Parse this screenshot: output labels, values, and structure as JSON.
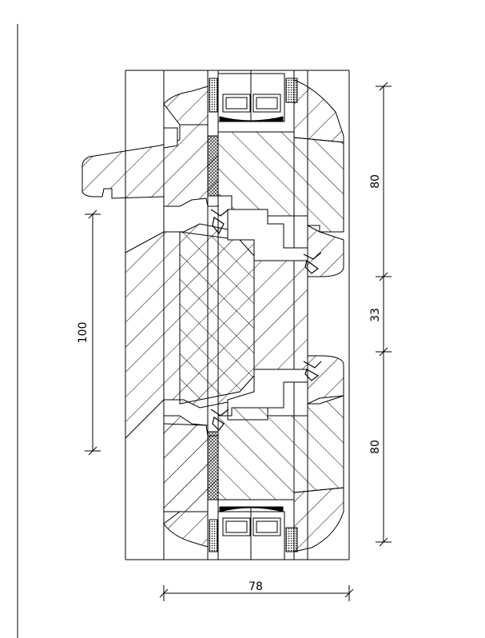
{
  "dimensions": {
    "overall_depth": "78",
    "sash_width_top": "80",
    "middle_gap": "33",
    "sash_width_bottom": "80",
    "mullion_height": "100"
  }
}
